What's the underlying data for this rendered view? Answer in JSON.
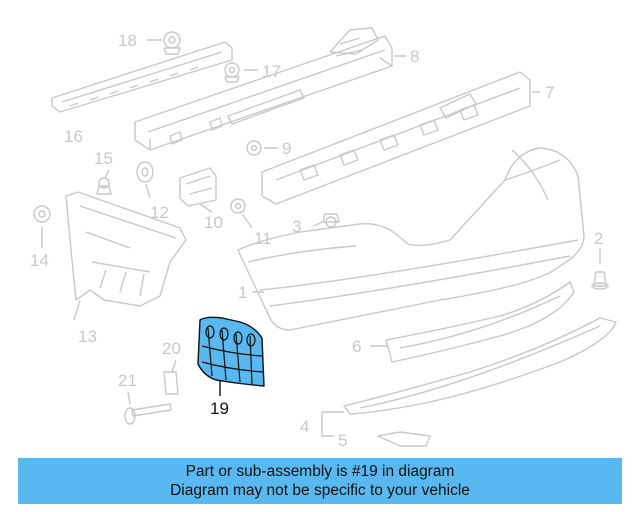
{
  "diagram": {
    "highlight_color": "#5ab8f0",
    "line_color": "#c8c8c8",
    "callouts": {
      "c1": "1",
      "c2": "2",
      "c3": "3",
      "c4": "4",
      "c5": "5",
      "c6": "6",
      "c7": "7",
      "c8": "8",
      "c9": "9",
      "c10": "10",
      "c11": "11",
      "c12": "12",
      "c13": "13",
      "c14": "14",
      "c15": "15",
      "c16": "16",
      "c17": "17",
      "c18": "18",
      "c19": "19",
      "c20": "20",
      "c21": "21"
    }
  },
  "banner": {
    "line1": "Part or sub-assembly is #19 in diagram",
    "line2": "Diagram may not be specific to your vehicle",
    "background": "#5ab8f0"
  }
}
